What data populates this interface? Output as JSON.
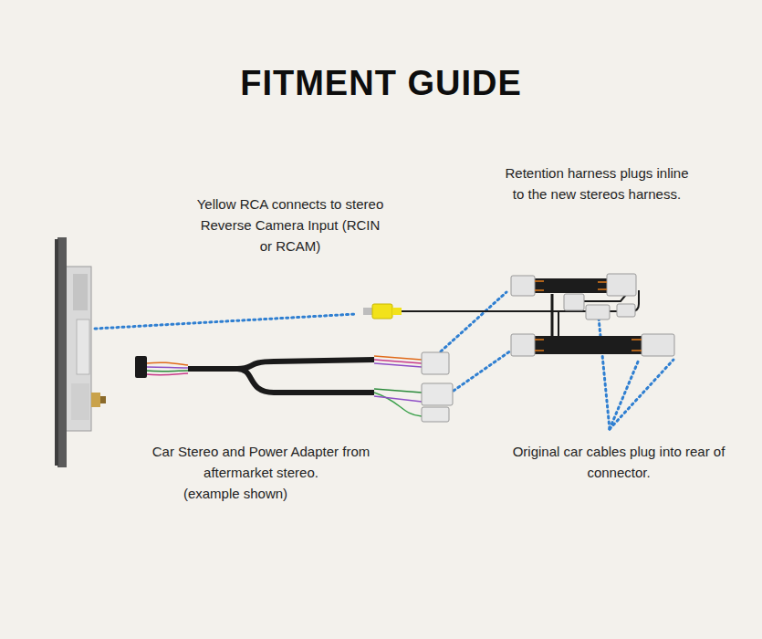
{
  "diagram": {
    "title": "FITMENT GUIDE",
    "labels": [
      "Yellow RCA connects to stereo Reverse Camera Input (RCIN or RCAM)",
      "Retention harness plugs inline to the new stereos harness.",
      "Car Stereo and Power Adapter from aftermarket stereo.",
      "(example shown)",
      "Original car cables plug into rear of connector."
    ]
  }
}
